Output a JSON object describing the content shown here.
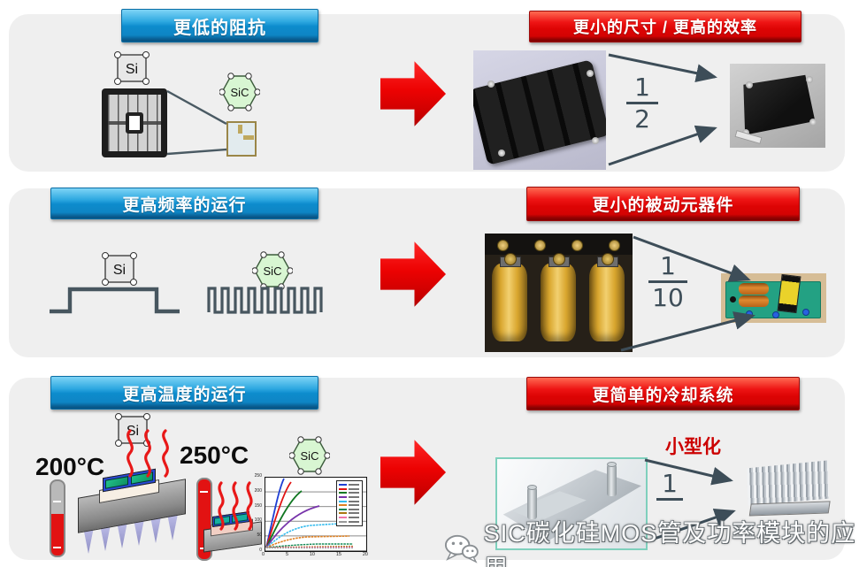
{
  "slide": {
    "colors": {
      "panel_bg": "#efefef",
      "banner_blue": "#0d8ccd",
      "banner_red": "#dd0404",
      "block_arrow_red": "#ec0202",
      "connector_slate": "#3d4d58",
      "heat_wave_red": "#e81818",
      "mini_label_red": "#cc0000"
    },
    "rows": [
      {
        "left_banner": "更低的阻抗",
        "right_banner": "更小的尺寸 / 更高的效率",
        "si_label": "Si",
        "sic_label": "SiC",
        "fraction": {
          "numerator": "1",
          "denominator": "2"
        }
      },
      {
        "left_banner": "更高频率的运行",
        "right_banner": "更小的被动元器件",
        "si_label": "Si",
        "sic_label": "SiC",
        "fraction": {
          "numerator": "1",
          "denominator": "10"
        }
      },
      {
        "left_banner": "更高温度的运行",
        "right_banner": "更简单的冷却系统",
        "si_label": "Si",
        "sic_label": "SiC",
        "si_temp": "200°C",
        "sic_temp": "250°C",
        "mini_label": "小型化",
        "fraction": {
          "numerator": "1",
          "denominator": ""
        },
        "chart": {
          "type": "line",
          "x_ticks": [
            "0",
            "5",
            "10",
            "15",
            "20"
          ],
          "y_ticks": [
            "250",
            "200",
            "150",
            "100",
            "50",
            "0"
          ],
          "series_colors": [
            "#1f3fd4",
            "#e01212",
            "#117722",
            "#7733aa",
            "#33bbee",
            "#e08122",
            "#118855",
            "#aa7711",
            "#ee77aa",
            "#999999"
          ]
        }
      }
    ],
    "watermark": {
      "icon": "wechat-icon",
      "text": "SIC碳化硅MOS管及功率模块的应用"
    }
  }
}
